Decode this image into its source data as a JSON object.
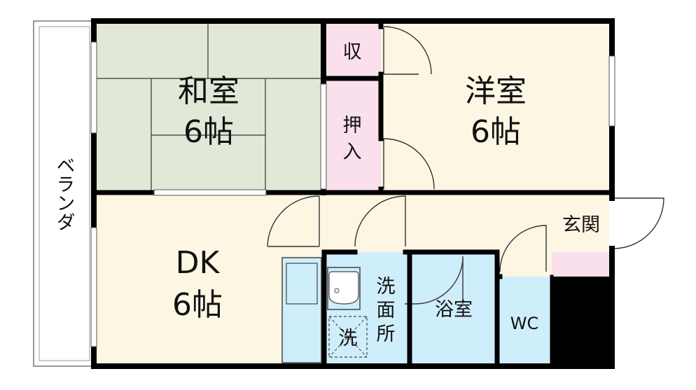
{
  "rooms": {
    "washitsu": {
      "name": "和室",
      "size": "6帖"
    },
    "youshitsu": {
      "name": "洋室",
      "size": "6帖"
    },
    "dk": {
      "name": "DK",
      "size": "6帖"
    },
    "shu": {
      "name": "収"
    },
    "oshi": {
      "name": "押",
      "name2": "入"
    },
    "senmen": {
      "l1": "洗",
      "l2": "面",
      "l3": "所"
    },
    "sentakuki": {
      "name": "洗"
    },
    "yokushitsu": {
      "name": "浴室"
    },
    "wc": {
      "name": "WC"
    },
    "genkan": {
      "name": "玄関"
    },
    "veranda": {
      "name": "ベランダ"
    }
  },
  "colors": {
    "tatami": "#e1e8d7",
    "floor": "#fcf6e3",
    "storage": "#f9e0ec",
    "wet": "#cfeefb",
    "wall": "#000000"
  }
}
